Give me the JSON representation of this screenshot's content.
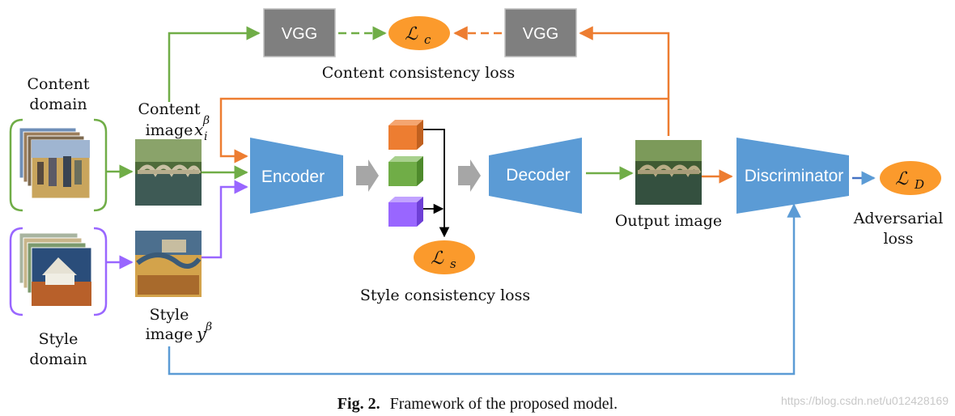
{
  "colors": {
    "green": "#70ad47",
    "orange": "#ed7d31",
    "purple": "#9966ff",
    "blue": "#5b9bd5",
    "box_blue": "#5b9bd5",
    "vgg_gray": "#7f7f7f",
    "loss_orange": "#fb9a2c",
    "arrow_gray": "#a6a6a6"
  },
  "labels": {
    "content_domain": [
      "Content",
      "domain"
    ],
    "style_domain": [
      "Style",
      "domain"
    ],
    "content_image": [
      "Content",
      "image"
    ],
    "content_image_math": "x",
    "content_image_sub": "i",
    "content_image_sup": "β",
    "style_image": [
      "Style",
      "image"
    ],
    "style_image_math": "y",
    "style_image_sup": "β",
    "vgg_left": "VGG",
    "vgg_right": "VGG",
    "loss_c_script": "ℒ",
    "loss_c_sub": "c",
    "content_loss": "Content consistency loss",
    "encoder": "Encoder",
    "decoder": "Decoder",
    "loss_s_script": "ℒ",
    "loss_s_sub": "s",
    "style_loss": "Style consistency loss",
    "output_image": "Output image",
    "discriminator": "Discriminator",
    "loss_d_script": "ℒ",
    "loss_d_sub": "D",
    "adversarial_loss": [
      "Adversarial",
      "loss"
    ]
  },
  "caption": {
    "fig": "Fig. 2.",
    "text": "Framework of the proposed model."
  },
  "watermark": "https://blog.csdn.net/u012428169"
}
